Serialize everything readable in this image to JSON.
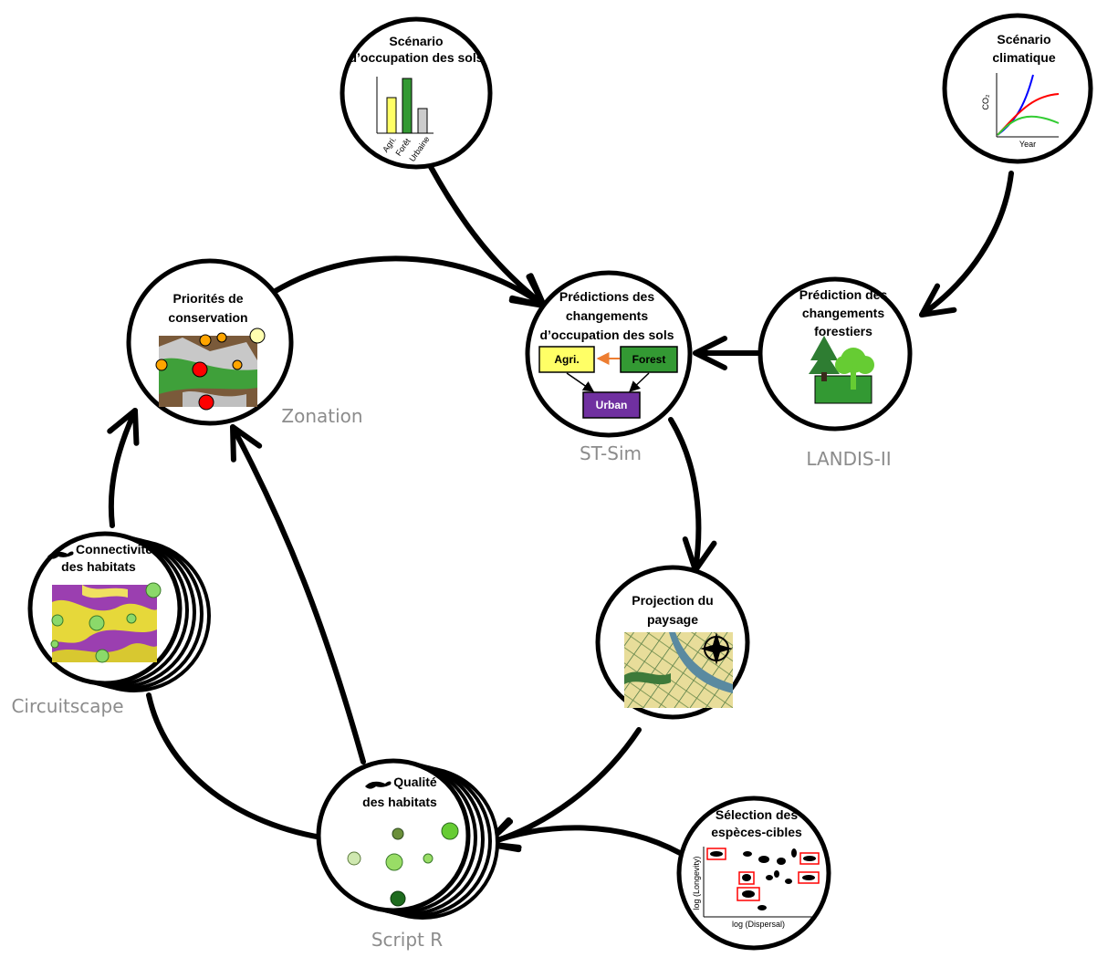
{
  "nodes": {
    "land_use_scenario": {
      "title": [
        "Scénario",
        "d’occupation  des sols"
      ],
      "bars": [
        "Agri.",
        "Forêt",
        "Urbaine"
      ],
      "bar_values": [
        0.5,
        0.7,
        0.3
      ]
    },
    "climate_scenario": {
      "title": [
        "Scénario",
        "climatique"
      ],
      "ylabel": "CO₂",
      "xlabel": "Year"
    },
    "conservation": {
      "title": [
        "Priorités de",
        "conservation"
      ],
      "tool": "Zonation"
    },
    "land_use_pred": {
      "title": [
        "Prédictions des",
        "changements",
        "d’occupation  des sols"
      ],
      "tool": "ST-Sim",
      "boxes": {
        "agri": "Agri.",
        "forest": "Forest",
        "urban": "Urban"
      }
    },
    "forest_pred": {
      "title": [
        "Prédiction des",
        "changements",
        "forestiers"
      ],
      "tool": "LANDIS-II"
    },
    "connectivity": {
      "title": [
        "Connectivité",
        "des habitats"
      ],
      "tool": "Circuitscape"
    },
    "landscape": {
      "title": [
        "Projection du",
        "paysage"
      ]
    },
    "habitat_quality": {
      "title": [
        "Qualité",
        "des habitats"
      ],
      "tool": "Script R"
    },
    "species_selection": {
      "title": [
        "Sélection des",
        "espèces-cibles"
      ],
      "ylabel": "log (Longevity)",
      "xlabel": "log (Dispersal)"
    }
  },
  "colors": {
    "agri": "#ffff66",
    "forest": "#339933",
    "urban": "#7030a0",
    "arrow": "#000000",
    "tool_label": "#8c8c8c",
    "flow_arrow": "#ed7d31"
  }
}
